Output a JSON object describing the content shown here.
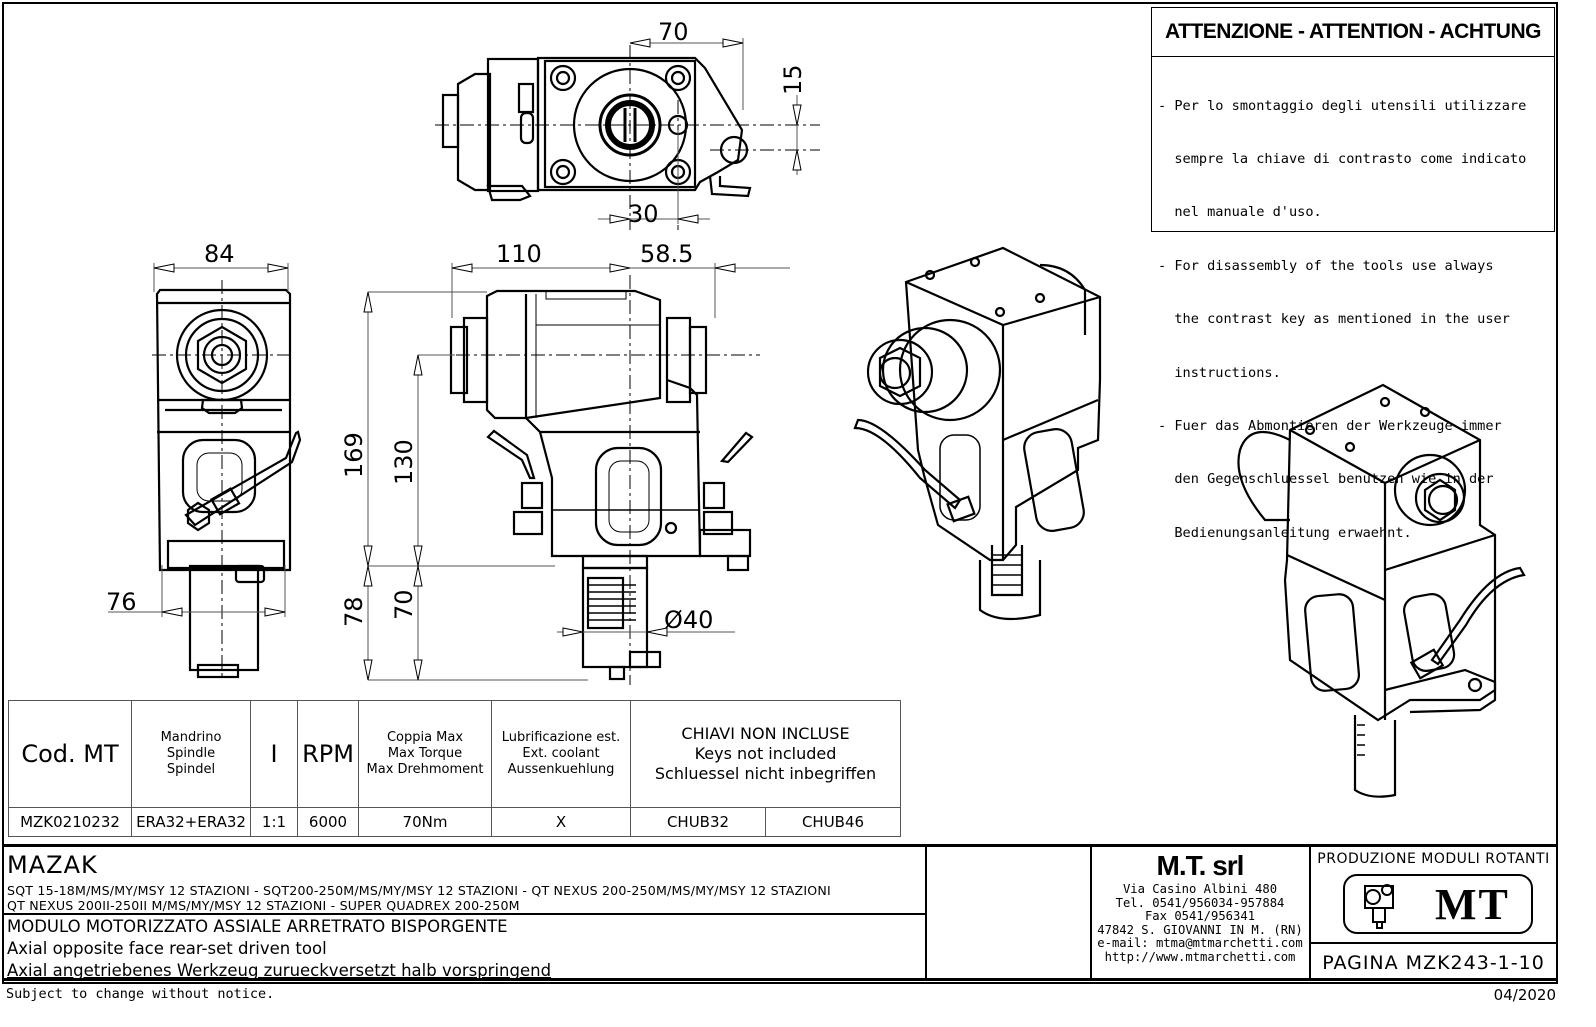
{
  "warning": {
    "title": "ATTENZIONE - ATTENTION - ACHTUNG",
    "lines": [
      "- Per lo smontaggio degli utensili utilizzare",
      "  sempre la chiave di contrasto come indicato",
      "  nel manuale d'uso.",
      "- For disassembly of the tools use always",
      "  the contrast key as mentioned in the user",
      "  instructions.",
      "- Fuer das Abmontieren der Werkzeuge immer",
      "  den Gegenschluessel benutzen wie in der",
      "  Bedienungsanleitung erwaehnt."
    ]
  },
  "dimensions": {
    "top_view": {
      "width_70": "70",
      "offset_15": "15",
      "offset_30": "30"
    },
    "front_view": {
      "width_84": "84",
      "width_76": "76"
    },
    "side_view": {
      "width_110": "110",
      "width_58_5": "58.5",
      "height_169": "169",
      "height_130": "130",
      "height_78": "78",
      "height_70": "70",
      "diameter": "Ø40"
    }
  },
  "spec_table": {
    "headers": {
      "code": "Cod. MT",
      "spindle": [
        "Mandrino",
        "Spindle",
        "Spindel"
      ],
      "ratio": "I",
      "rpm": "RPM",
      "torque": [
        "Coppia Max",
        "Max Torque",
        "Max Drehmoment"
      ],
      "coolant": [
        "Lubrificazione est.",
        "Ext. coolant",
        "Aussenkuehlung"
      ],
      "keys": [
        "CHIAVI NON INCLUSE",
        "Keys not included",
        "Schluessel nicht inbegriffen"
      ]
    },
    "row": {
      "code": "MZK0210232",
      "spindle": "ERA32+ERA32",
      "ratio": "1:1",
      "rpm": "6000",
      "torque": "70Nm",
      "coolant": "X",
      "key1": "CHUB32",
      "key2": "CHUB46"
    }
  },
  "title_block": {
    "brand": "MAZAK",
    "machines_line1": "SQT 15-18M/MS/MY/MSY 12 STAZIONI - SQT200-250M/MS/MY/MSY 12 STAZIONI - QT NEXUS 200-250M/MS/MY/MSY 12 STAZIONI",
    "machines_line2": "QT NEXUS 200II-250II M/MS/MY/MSY 12 STAZIONI - SUPER QUADREX 200-250M",
    "desc_it": "MODULO MOTORIZZATO ASSIALE ARRETRATO BISPORGENTE",
    "desc_en": "Axial opposite face rear-set driven tool",
    "desc_de": "Axial angetriebenes Werkzeug zurueckversetzt halb vorspringend",
    "company": {
      "name": "M.T. srl",
      "address": "Via Casino Albini 480",
      "tel": "Tel. 0541/956034-957884",
      "fax": "Fax 0541/956341",
      "city": "47842 S. GIOVANNI IN M. (RN)",
      "email": "e-mail: mtma@mtmarchetti.com",
      "web": "http://www.mtmarchetti.com"
    },
    "logo_caption": "PRODUZIONE MODULI ROTANTI",
    "logo_text": "MT",
    "page": "PAGINA MZK243-1-10"
  },
  "footer": {
    "notice": "Subject to change without notice.",
    "date": "04/2020"
  }
}
